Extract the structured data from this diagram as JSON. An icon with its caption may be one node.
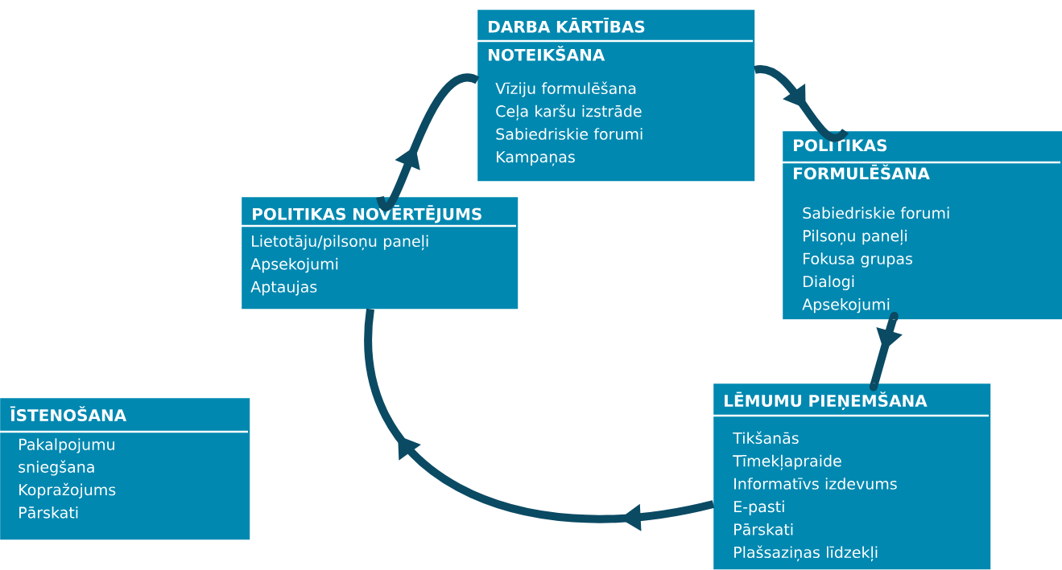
{
  "diagram": {
    "nodes": [
      {
        "text": [
          "DARBA KĀRTĪBAS NOTEIKŠANA",
          "Vīziju formulēšana",
          "Ceļa karšu izstrāde",
          "Sabiedriskie forumi",
          "Kampaņas"
        ]
      },
      {
        "text": [
          "POLITIKAS FORMULĒŠANA",
          "Sabiedriskie forumi",
          "Pilsoņu paneļi",
          "Fokusa grupas",
          "Dialogi",
          "Apsekojumi"
        ]
      },
      {
        "text": [
          "LĒMUMU PIEŅEMŠANA",
          "Tikšanās",
          "Tīmekļapraide",
          "Informatīvs izdevums",
          "E-pasti",
          "Pārskati",
          "Plašsaziņas līdzekļi"
        ]
      },
      {
        "text": [
          "ĪSTENOŠANA",
          "Pakalpojumu sniegšana",
          "Kopražojums",
          "Pārskati"
        ]
      },
      {
        "text": [
          "POLITIKAS NOVĒRTĒJUMS",
          "Lietotāju/pilsoņu paneļi",
          "Apsekojumi",
          "Aptaujas"
        ]
      }
    ],
    "edges": [
      {
        "from": 0,
        "to": 1,
        "arrow": "to"
      },
      {
        "from": 1,
        "to": 2,
        "arrow": "to"
      },
      {
        "from": 2,
        "to": 4,
        "arrow": "to"
      },
      {
        "from": 4,
        "to": 0,
        "arrow": "to"
      }
    ]
  }
}
